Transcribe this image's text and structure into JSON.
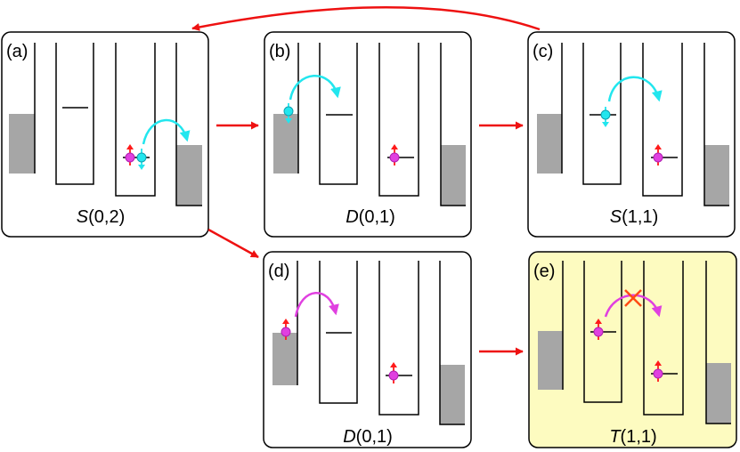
{
  "colors": {
    "arrow_red": "#ee1111",
    "cyan": "#22e6ee",
    "magenta": "#e040e0",
    "lead_gray": "#a6a6a6",
    "highlight_panel": "#fdfbc0",
    "spin_up": "#ff1a1a",
    "cross": "#ff4a14"
  },
  "panels": [
    {
      "id": "a",
      "tag": "(a)",
      "state_letter": "S",
      "state_args": "(0,2)",
      "highlighted": false
    },
    {
      "id": "b",
      "tag": "(b)",
      "state_letter": "D",
      "state_args": "(0,1)",
      "highlighted": false
    },
    {
      "id": "c",
      "tag": "(c)",
      "state_letter": "S",
      "state_args": "(1,1)",
      "highlighted": false
    },
    {
      "id": "d",
      "tag": "(d)",
      "state_letter": "D",
      "state_args": "(0,1)",
      "highlighted": false
    },
    {
      "id": "e",
      "tag": "(e)",
      "state_letter": "T",
      "state_args": "(1,1)",
      "highlighted": true
    }
  ],
  "transitions": [
    {
      "from": "a",
      "to": "b"
    },
    {
      "from": "b",
      "to": "c"
    },
    {
      "from": "c",
      "to": "a"
    },
    {
      "from": "a",
      "to": "d"
    },
    {
      "from": "d",
      "to": "e"
    }
  ],
  "blocked_transition_icon": "cross-icon"
}
